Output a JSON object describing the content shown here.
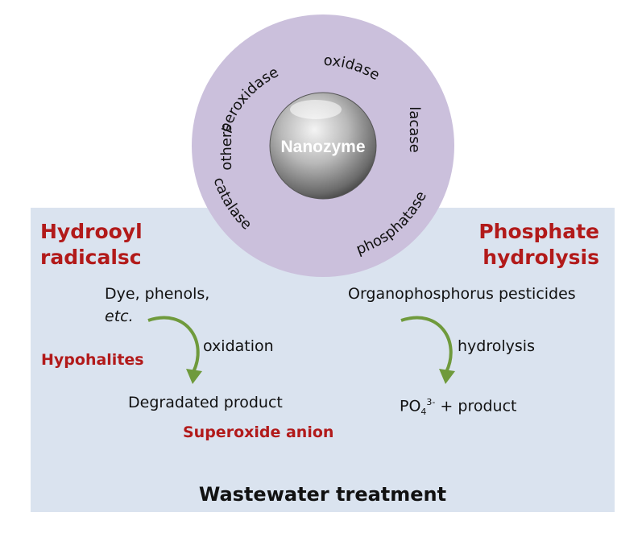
{
  "center": {
    "label": "Nanozyme"
  },
  "ring_labels": {
    "peroxidase": "peroxidase",
    "oxidase": "oxidase",
    "lacase": "lacase",
    "catalase": "catalase",
    "phosphatase": "phosphatase",
    "others": "others"
  },
  "left": {
    "heading_line1": "Hydrooyl",
    "heading_line2": "radicalsc",
    "substrate_line1": "Dye, phenols,",
    "substrate_line2": "etc.",
    "process": "oxidation",
    "product": "Degradated product",
    "side_label_1": "Hypohalites",
    "side_label_2": "Superoxide anion"
  },
  "right": {
    "heading_line1": "Phosphate",
    "heading_line2": "hydrolysis",
    "substrate": "Organophosphorus pesticides",
    "process": "hydrolysis",
    "product_base": "PO",
    "product_sub": "4",
    "product_sup": "3-",
    "product_rest": " + product"
  },
  "footer": {
    "title": "Wastewater treatment"
  },
  "colors": {
    "panel": "#dae3ef",
    "ring": "#cbc0dc",
    "accent_red": "#b21a1a",
    "arrow_green": "#6f9a3c"
  }
}
